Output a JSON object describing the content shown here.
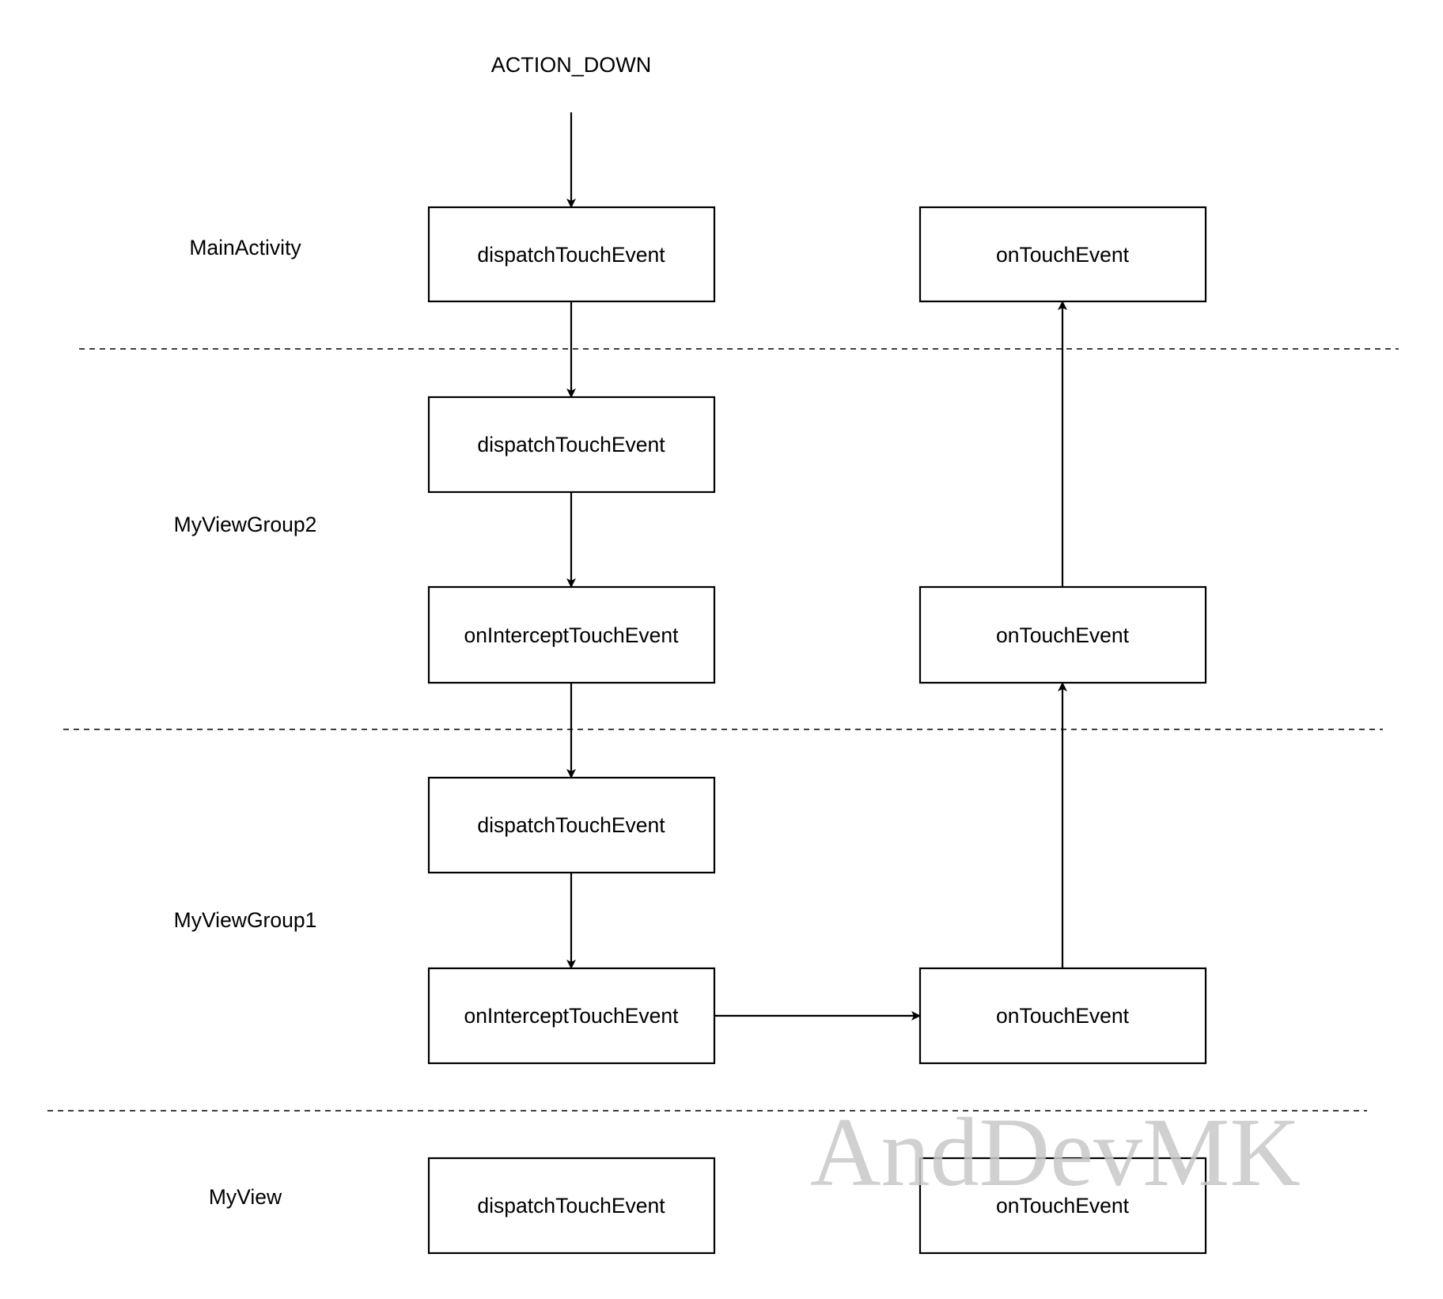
{
  "event": "ACTION_DOWN",
  "layers": [
    {
      "id": "main_activity",
      "label": "MainActivity"
    },
    {
      "id": "my_view_group2",
      "label": "MyViewGroup2"
    },
    {
      "id": "my_view_group1",
      "label": "MyViewGroup1"
    },
    {
      "id": "my_view",
      "label": "MyView"
    }
  ],
  "nodes": {
    "ma_dispatch": "dispatchTouchEvent",
    "ma_on_touch": "onTouchEvent",
    "vg2_dispatch": "dispatchTouchEvent",
    "vg2_intercept": "onInterceptTouchEvent",
    "vg2_on_touch": "onTouchEvent",
    "vg1_dispatch": "dispatchTouchEvent",
    "vg1_intercept": "onInterceptTouchEvent",
    "vg1_on_touch": "onTouchEvent",
    "v_dispatch": "dispatchTouchEvent",
    "v_on_touch": "onTouchEvent"
  },
  "edges": [
    {
      "from": "event",
      "to": "ma_dispatch"
    },
    {
      "from": "ma_dispatch",
      "to": "vg2_dispatch"
    },
    {
      "from": "vg2_dispatch",
      "to": "vg2_intercept"
    },
    {
      "from": "vg2_intercept",
      "to": "vg1_dispatch"
    },
    {
      "from": "vg1_dispatch",
      "to": "vg1_intercept"
    },
    {
      "from": "vg1_intercept",
      "to": "vg1_on_touch"
    },
    {
      "from": "vg1_on_touch",
      "to": "vg2_on_touch"
    },
    {
      "from": "vg2_on_touch",
      "to": "ma_on_touch"
    }
  ],
  "watermark": "AndDevMK",
  "colors": {
    "stroke": "#000000",
    "background": "#ffffff",
    "watermark": "#c8c8c8"
  }
}
